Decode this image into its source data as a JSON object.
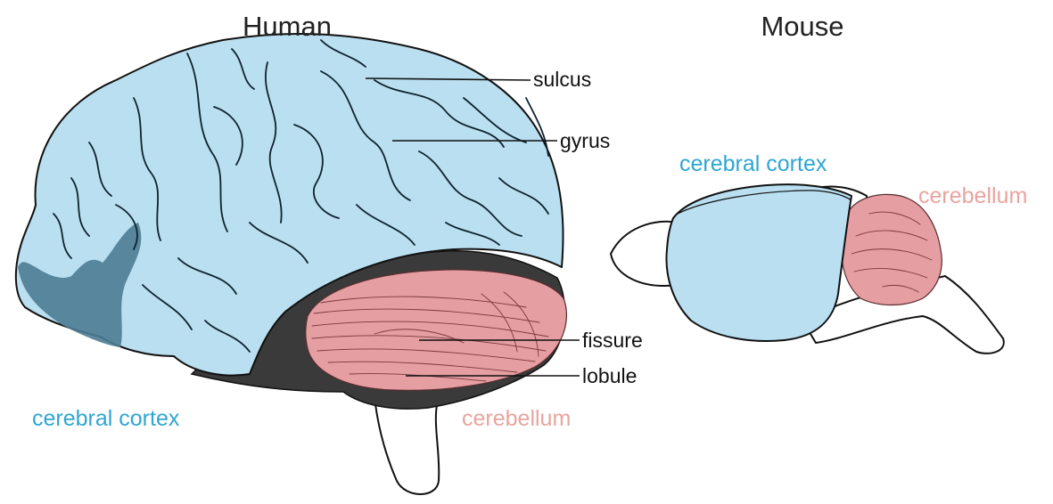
{
  "titles": {
    "human": "Human",
    "mouse": "Mouse"
  },
  "human_labels": {
    "sulcus": "sulcus",
    "gyrus": "gyrus",
    "fissure": "fissure",
    "lobule": "lobule",
    "cerebral_cortex": "cerebral cortex",
    "cerebellum": "cerebellum"
  },
  "mouse_labels": {
    "cerebral_cortex": "cerebral cortex",
    "cerebellum": "cerebellum"
  },
  "colors": {
    "cortex_fill": "#b9dff0",
    "cortex_shadow": "#4e7c93",
    "cerebellum_fill": "#e59ea2",
    "dark_tissue": "#3a3a3a",
    "label_blue": "#2fa6d1",
    "label_pink": "#e9a49f"
  }
}
